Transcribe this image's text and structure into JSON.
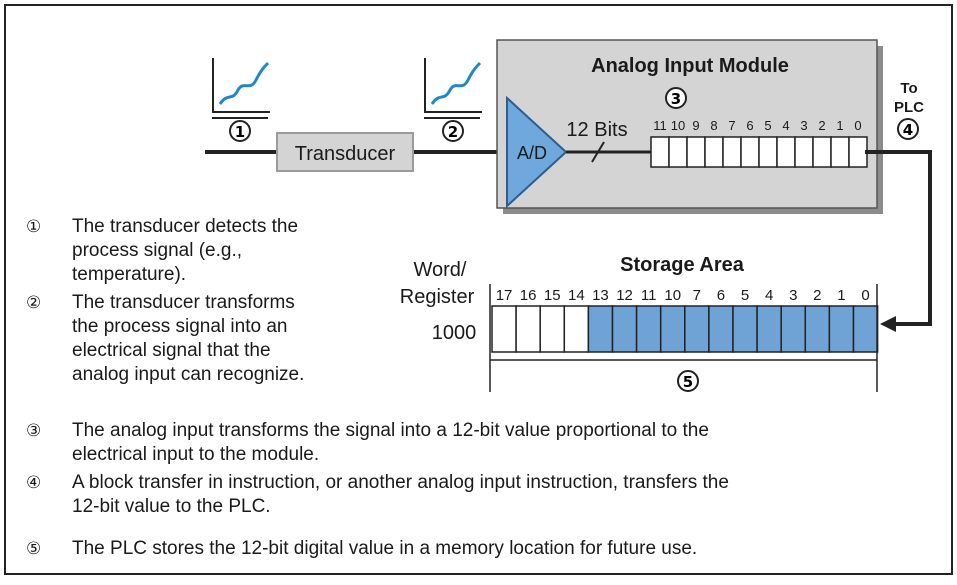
{
  "module": {
    "title": "Analog Input Module",
    "converter_label": "A/D",
    "bits_label": "12 Bits",
    "bit_labels": [
      "11",
      "10",
      "9",
      "8",
      "7",
      "6",
      "5",
      "4",
      "3",
      "2",
      "1",
      "0"
    ]
  },
  "transducer": {
    "label": "Transducer"
  },
  "to_plc": {
    "line1": "To",
    "line2": "PLC"
  },
  "storage": {
    "title": "Storage Area",
    "word_label_1": "Word/",
    "word_label_2": "Register",
    "address": "1000",
    "bit_labels": [
      "17",
      "16",
      "15",
      "14",
      "13",
      "12",
      "11",
      "10",
      "7",
      "6",
      "5",
      "4",
      "3",
      "2",
      "1",
      "0"
    ],
    "fill_color": "#6fa3d6"
  },
  "markers": [
    "1",
    "2",
    "3",
    "4",
    "5"
  ],
  "colors": {
    "module_bg": "#d4d4d4",
    "transducer_bg": "#d4d4d4",
    "converter_fill": "#6fa8dc",
    "graph_line": "#1e88c8"
  },
  "notes": [
    {
      "marker": "①",
      "lines": [
        "The transducer detects the",
        "process signal (e.g.,",
        "temperature)."
      ]
    },
    {
      "marker": "②",
      "lines": [
        "The transducer transforms",
        "the process signal into an",
        "electrical signal that the",
        "analog input can recognize."
      ]
    },
    {
      "marker": "③",
      "lines": [
        "The analog input transforms the signal into a 12-bit value proportional to the",
        "electrical input to the module."
      ]
    },
    {
      "marker": "④",
      "lines": [
        "A block transfer in instruction, or another analog input instruction, transfers the",
        "12-bit value to the PLC."
      ]
    },
    {
      "marker": "⑤",
      "lines": [
        "The PLC stores the 12-bit digital value in a memory location for future use."
      ]
    }
  ]
}
